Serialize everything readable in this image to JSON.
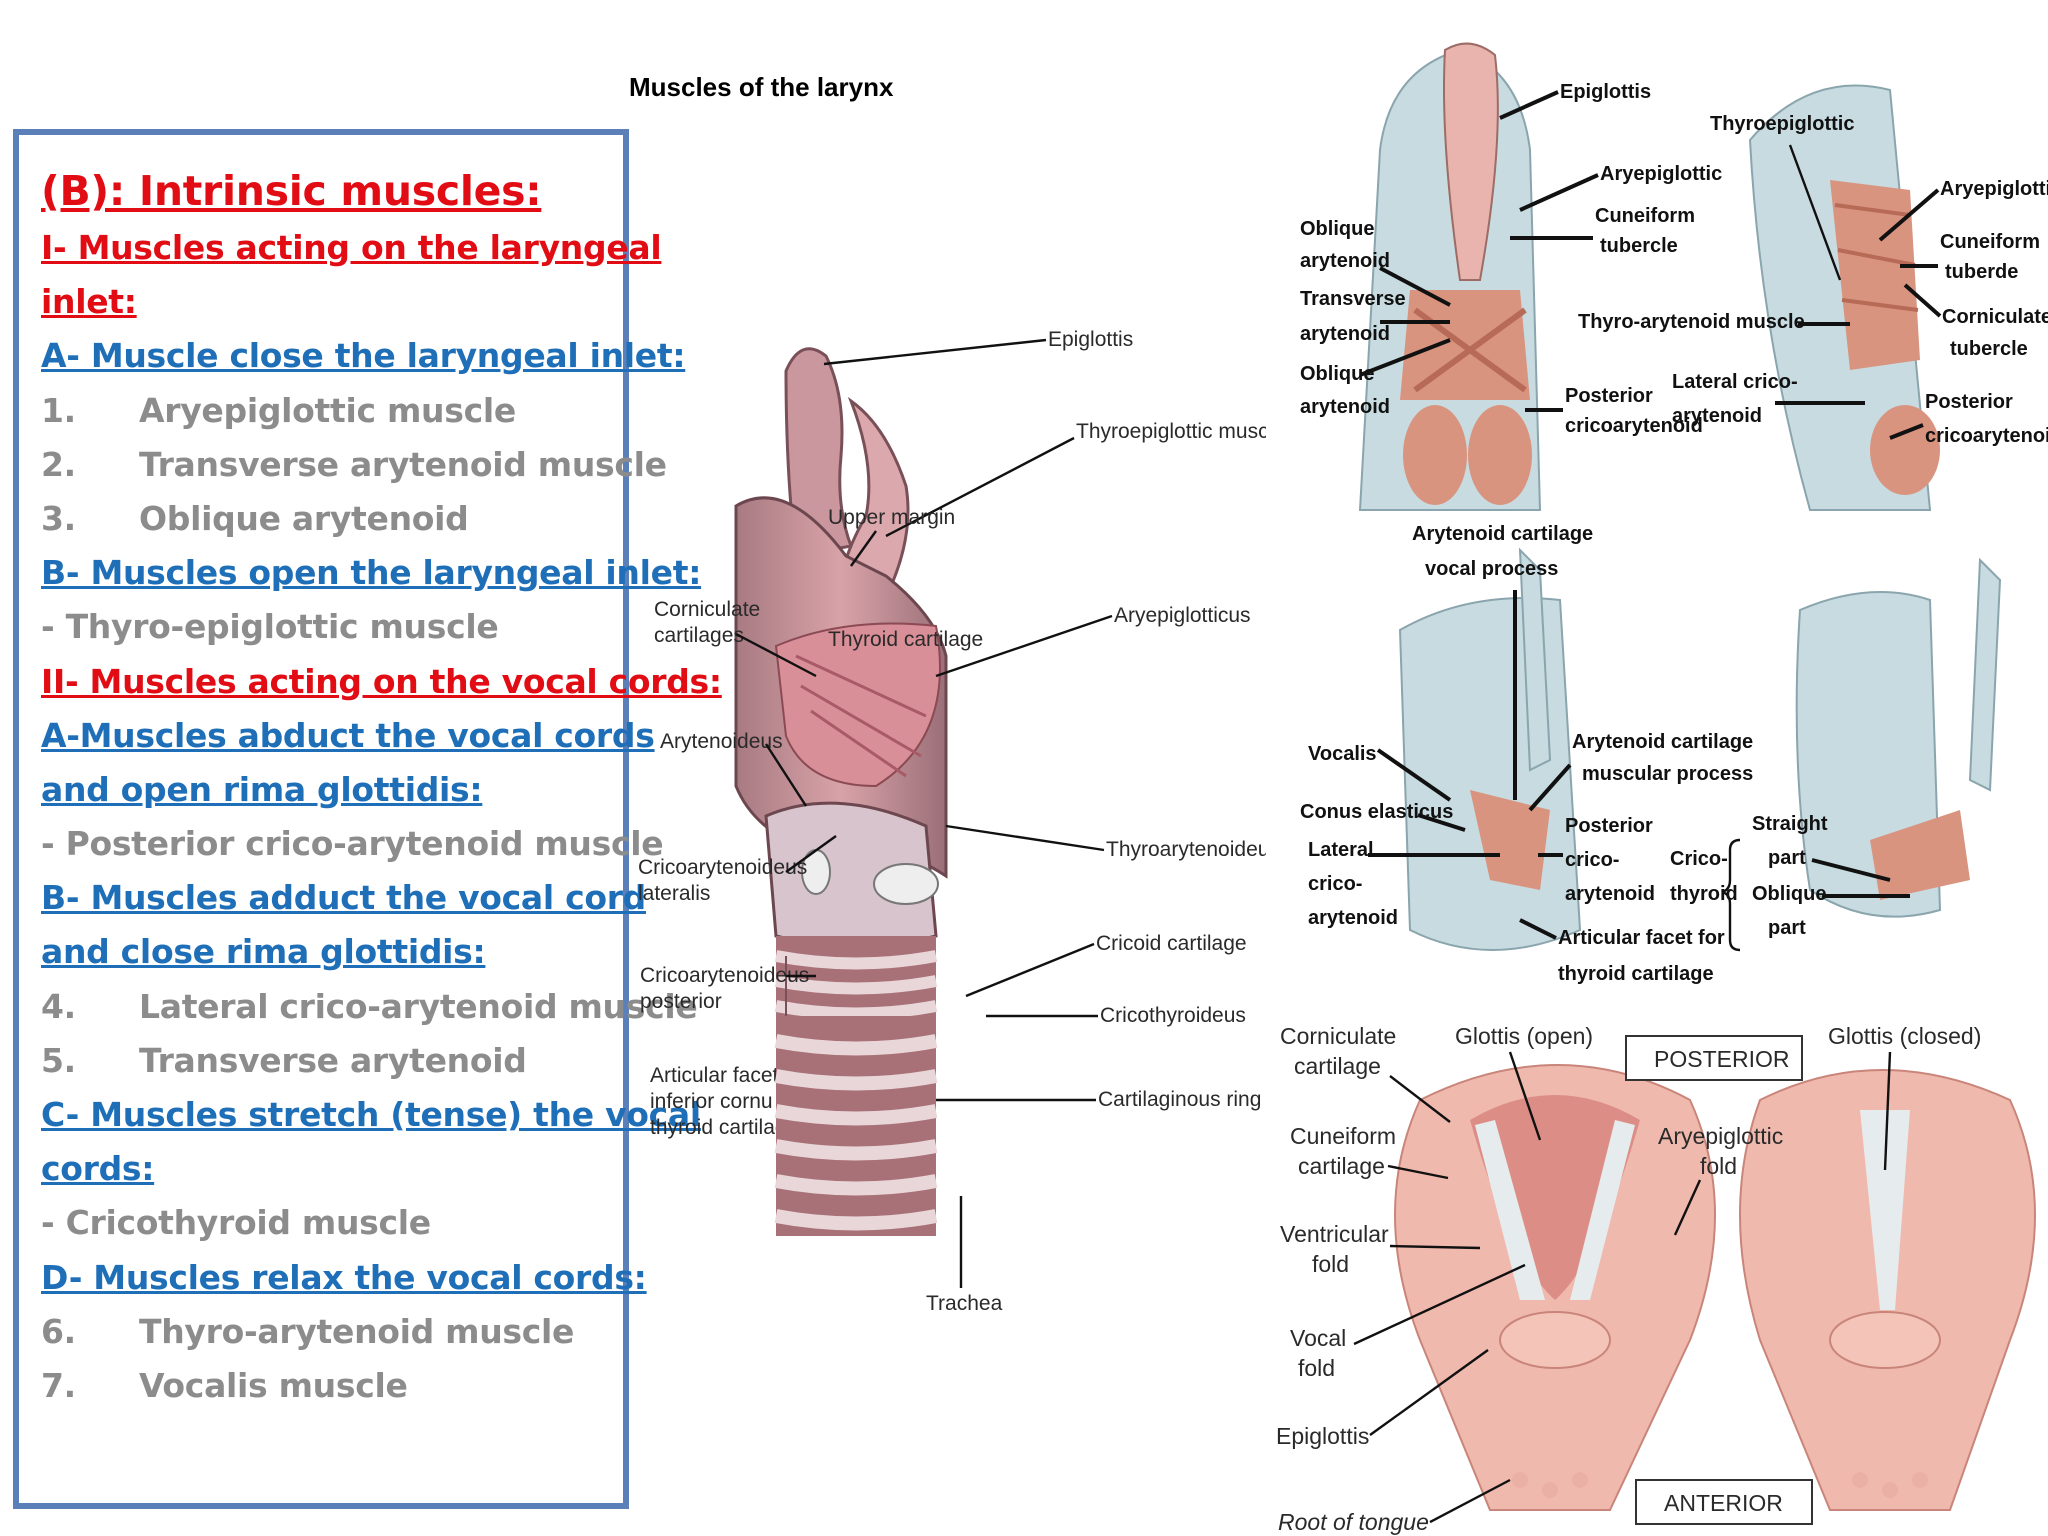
{
  "title": "Muscles of the larynx",
  "text_box": {
    "heading": "(B): Intrinsic muscles:",
    "lines": [
      {
        "style": "red",
        "text": "I-  Muscles acting on the laryngeal"
      },
      {
        "style": "red",
        "text": "inlet:"
      },
      {
        "style": "blue",
        "text": "A- Muscle close the laryngeal inlet:"
      },
      {
        "style": "grey",
        "num": "1.",
        "text": "Aryepiglottic muscle"
      },
      {
        "style": "grey",
        "num": "2.",
        "text": "Transverse arytenoid muscle"
      },
      {
        "style": "grey",
        "num": "3.",
        "text": "Oblique arytenoid"
      },
      {
        "style": "blue",
        "text": "B- Muscles open the laryngeal inlet:"
      },
      {
        "style": "grey",
        "text": "- Thyro-epiglottic muscle"
      },
      {
        "style": "red",
        "text": "II- Muscles acting on the vocal cords:"
      },
      {
        "style": "blue",
        "text": "A-Muscles abduct the vocal cords"
      },
      {
        "style": "blue",
        "text": "and open rima glottidis:"
      },
      {
        "style": "grey",
        "text": "- Posterior crico-arytenoid muscle"
      },
      {
        "style": "blue",
        "text": "B- Muscles adduct the vocal cord"
      },
      {
        "style": "blue",
        "text": "and close rima glottidis:"
      },
      {
        "style": "grey",
        "num": "4.",
        "text": "Lateral crico-arytenoid muscle"
      },
      {
        "style": "grey",
        "num": "5.",
        "text": "Transverse arytenoid"
      },
      {
        "style": "blue",
        "text": "C- Muscles stretch (tense) the vocal"
      },
      {
        "style": "blue",
        "text": "cords:"
      },
      {
        "style": "grey",
        "text": "- Cricothyroid muscle"
      },
      {
        "style": "blue",
        "text": "D- Muscles relax the vocal cords:"
      },
      {
        "style": "grey",
        "num": "6.",
        "text": "Thyro-arytenoid muscle"
      },
      {
        "style": "grey",
        "num": "7.",
        "text": "Vocalis muscle"
      }
    ]
  },
  "figure_lateral": {
    "labels": {
      "epiglottis": "Epiglottis",
      "thyroepiglottic": "Thyroepiglottic muscle",
      "upper_margin": "Upper margin",
      "corniculate_1": "Corniculate",
      "corniculate_2": "cartilages",
      "thyroid_cartilage": "Thyroid cartilage",
      "aryepiglotticus": "Aryepiglotticus",
      "arytenoideus": "Arytenoideus",
      "thyroarytenoideus": "Thyroarytenoideus",
      "cricoaryt_lat_1": "Cricoarytenoideus",
      "cricoaryt_lat_2": "lateralis",
      "cricoid": "Cricoid cartilage",
      "cricoaryt_post_1": "Cricoarytenoideus",
      "cricoaryt_post_2": "posterior",
      "cricothyroideus": "Cricothyroideus",
      "facet_1": "Articular facet for",
      "facet_2": "inferior cornu of",
      "facet_3": "thyroid cartilage",
      "cartilaginous_ring": "Cartilaginous ring",
      "trachea": "Trachea"
    }
  },
  "figure_posterior_top": {
    "labels": {
      "epiglottis": "Epiglottis",
      "thyroepiglottic": "Thyroepiglottic",
      "aryepiglottic_a": "Aryepiglottic",
      "aryepiglottic_b": "Aryepiglottic",
      "cuneiform_a1": "Cuneiform",
      "cuneiform_a2": "tubercle",
      "cuneiform_b1": "Cuneiform",
      "cuneiform_b2": "tuberde",
      "oblique_1": "Oblique",
      "oblique_2": "arytenoid",
      "transverse_1": "Transverse",
      "transverse_2": "arytenoid",
      "oblique_b1": "Oblique",
      "oblique_b2": "arytenoid",
      "thyro_arytenoid": "Thyro-arytenoid muscle",
      "corniculate_1": "Corniculate",
      "corniculate_2": "tubercle",
      "post_crico_a1": "Posterior",
      "post_crico_a2": "cricoarytenoid",
      "lateral_crico_1": "Lateral crico-",
      "lateral_crico_2": "arytenoid",
      "post_crico_b1": "Posterior",
      "post_crico_b2": "cricoarytenoid"
    }
  },
  "figure_middle": {
    "labels": {
      "vocal_process_1": "Arytenoid cartilage",
      "vocal_process_2": "vocal process",
      "vocalis": "Vocalis",
      "muscular_process_1": "Arytenoid cartilage",
      "muscular_process_2": "muscular process",
      "conus": "Conus elasticus",
      "lateral_1": "Lateral",
      "lateral_2": "crico-",
      "lateral_3": "arytenoid",
      "posterior_1": "Posterior",
      "posterior_2": "crico-",
      "posterior_3": "arytenoid",
      "cricothyroid_1": "Crico-",
      "cricothyroid_2": "thyroid",
      "straight_1": "Straight",
      "straight_2": "part",
      "oblique_1": "Oblique",
      "oblique_2": "part",
      "facet_1": "Articular facet for",
      "facet_2": "thyroid cartilage"
    }
  },
  "figure_glottis": {
    "labels": {
      "corniculate_1": "Corniculate",
      "corniculate_2": "cartilage",
      "glottis_open": "Glottis (open)",
      "posterior": "POSTERIOR",
      "glottis_closed": "Glottis (closed)",
      "cuneiform_1": "Cuneiform",
      "cuneiform_2": "cartilage",
      "aryepiglottic_1": "Aryepiglottic",
      "aryepiglottic_2": "fold",
      "ventricular_1": "Ventricular",
      "ventricular_2": "fold",
      "vocal_1": "Vocal",
      "vocal_2": "fold",
      "epiglottis": "Epiglottis",
      "anterior": "ANTERIOR",
      "root_of_tongue": "Root of tongue"
    }
  }
}
